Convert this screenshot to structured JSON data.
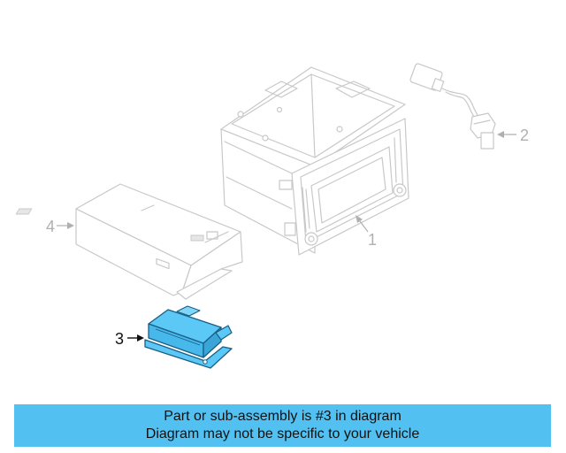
{
  "diagram": {
    "callouts": {
      "part_1": "1",
      "part_2": "2",
      "part_3": "3",
      "part_4": "4"
    },
    "highlighted_part": "3"
  },
  "banner": {
    "line1": "Part or sub-assembly is #3 in diagram",
    "line2": "Diagram may not be specific to your vehicle"
  },
  "colors": {
    "highlight_fill": "#5bc8f5",
    "highlight_stroke": "#1a5e86",
    "banner_background": "#52c1f2",
    "ghost_stroke": "#c8c8c8",
    "callout_ghost": "#b0b0b0",
    "text": "#111111"
  }
}
